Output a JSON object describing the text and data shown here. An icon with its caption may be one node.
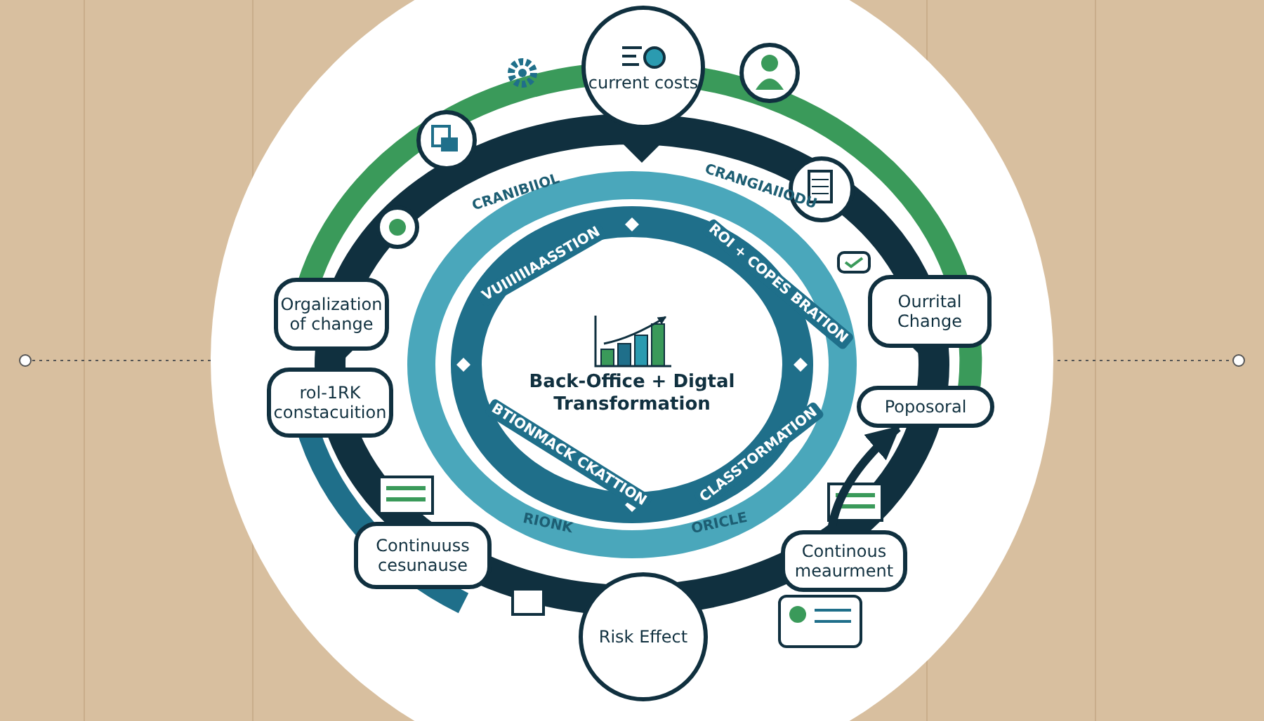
{
  "diagram": {
    "nodes": [
      {
        "text": [
          "current costs"
        ]
      },
      {
        "text": [
          "Back-Office + Digtal Transformation"
        ]
      },
      {
        "text": [
          "Orgalization of change"
        ]
      },
      {
        "text": [
          "rol-1RK constacuition"
        ]
      },
      {
        "text": [
          "Ourrital Change"
        ]
      },
      {
        "text": [
          "Poposoral"
        ]
      },
      {
        "text": [
          "Continuuss cesunause"
        ]
      },
      {
        "text": [
          "Continous meaurment"
        ]
      },
      {
        "text": [
          "Risk Effect"
        ]
      }
    ],
    "edges": [
      {
        "from": 7,
        "to": 5,
        "arrow": "to"
      }
    ],
    "labels": [
      "CRANIBIIOL",
      "CRANGIAIIODU",
      "VUIIIIIIAASSTION",
      "ROI + COPES BRATION",
      "BTIONMACK CKATTION",
      "CLASSTORMATION",
      "RIONK",
      "ORICLE"
    ]
  }
}
